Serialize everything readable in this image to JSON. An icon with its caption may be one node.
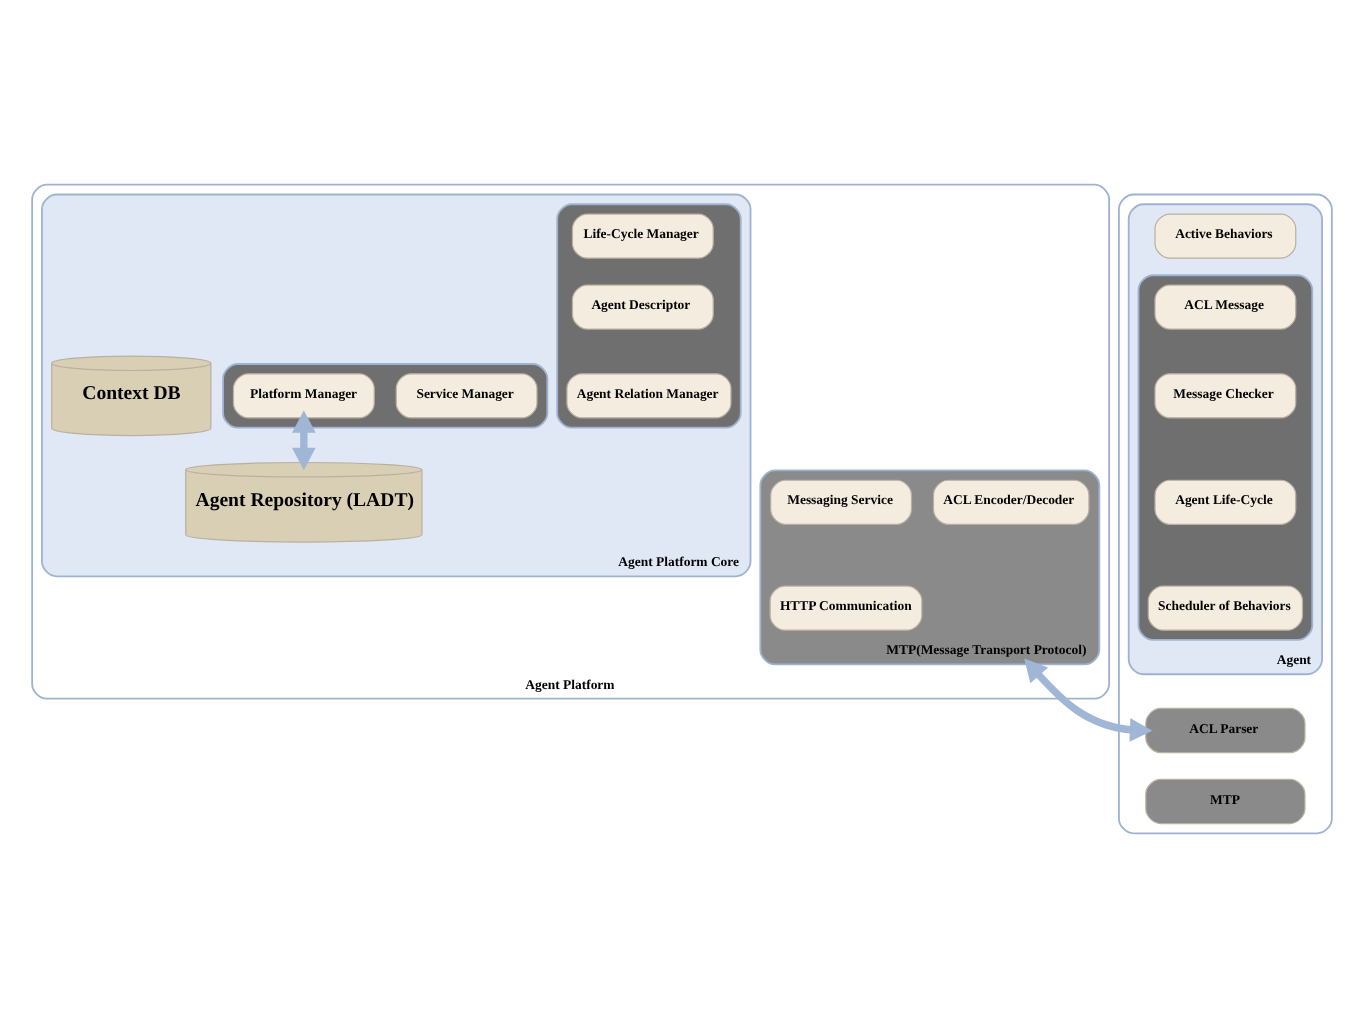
{
  "diagram": {
    "nodes": [
      {
        "text": [
          "Agent Platform"
        ]
      },
      {
        "text": [
          "Agent Platform Core"
        ],
        "in": 0
      },
      {
        "text": [],
        "shape": "box",
        "in": 1
      },
      {
        "text": [
          "Life-Cycle Manager"
        ],
        "in": 2
      },
      {
        "text": [
          "Agent Descriptor"
        ],
        "in": 2
      },
      {
        "text": [
          "Agent Relation Manager"
        ],
        "in": 2
      },
      {
        "text": [
          "Context DB"
        ],
        "in": 1
      },
      {
        "text": [],
        "shape": "box",
        "in": 1
      },
      {
        "text": [
          "Service Manager"
        ],
        "in": 7
      },
      {
        "text": [
          "Platform Manager"
        ],
        "in": 7
      },
      {
        "text": [
          "Agent Repository (LADT)"
        ],
        "in": 1
      },
      {
        "text": [
          "MTP(Message Transport Protocol)"
        ],
        "in": 0
      },
      {
        "text": [
          "Messaging Service"
        ],
        "in": 11
      },
      {
        "text": [
          "ACL Encoder/Decoder"
        ],
        "in": 11
      },
      {
        "text": [
          "HTTP Communication"
        ],
        "in": 11
      },
      {
        "text": [],
        "shape": "box"
      },
      {
        "text": [
          "Agent"
        ],
        "in": 15
      },
      {
        "text": [
          "Active Behaviors"
        ],
        "in": 16
      },
      {
        "text": [],
        "shape": "box",
        "in": 16
      },
      {
        "text": [
          "ACL Message"
        ],
        "in": 18
      },
      {
        "text": [
          "Message Checker"
        ],
        "in": 18
      },
      {
        "text": [
          "Agent Life-Cycle"
        ],
        "in": 18
      },
      {
        "text": [
          "Scheduler of Behaviors"
        ],
        "in": 18
      },
      {
        "text": [
          "ACL Parser"
        ],
        "in": 15
      },
      {
        "text": [
          "MTP"
        ],
        "in": 15
      }
    ],
    "edges": [
      {
        "from": 9,
        "to": 10,
        "arrow": "both"
      },
      {
        "from": 11,
        "to": 23,
        "arrow": "both"
      }
    ]
  }
}
